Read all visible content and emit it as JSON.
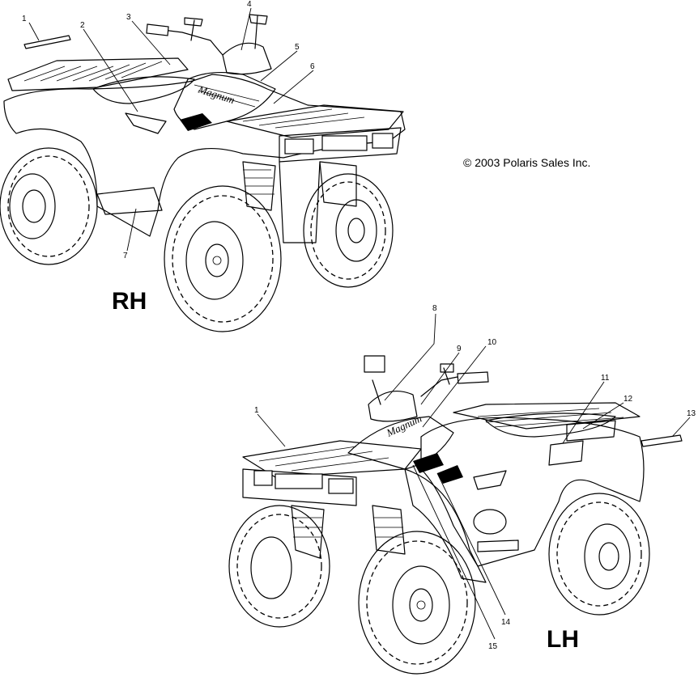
{
  "copyright": "© 2003 Polaris Sales Inc.",
  "views": {
    "right": {
      "label": "RH"
    },
    "left": {
      "label": "LH"
    }
  },
  "callouts": {
    "rh": [
      "1",
      "2",
      "3",
      "4",
      "5",
      "6",
      "7"
    ],
    "lh": [
      "1",
      "8",
      "9",
      "10",
      "11",
      "12",
      "13",
      "14",
      "15"
    ]
  }
}
